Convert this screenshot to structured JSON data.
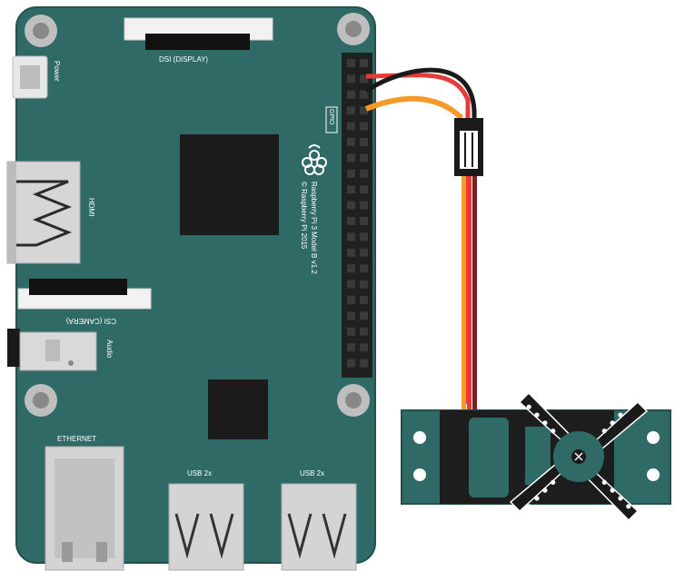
{
  "board": {
    "dsi_label": "DSI (DISPLAY)",
    "power_label": "Power",
    "hdmi_label": "HDMI",
    "csi_label": "CSI (CAMERA)",
    "audio_label": "Audio",
    "ethernet_label": "ETHERNET",
    "usb_label_1": "USB 2x",
    "usb_label_2": "USB 2x",
    "gpio_label": "GPIO",
    "model_line_1": "Raspberry Pi 3 Model B v1.2",
    "model_line_2": "© Raspberry Pi 2015"
  },
  "colors": {
    "board": "#2f6a66",
    "board_edge": "#24504d",
    "chip": "#1b1b1b",
    "servo_body": "#2f6a66",
    "wire_red": "#e63b3b",
    "wire_black": "#1a1a1a",
    "wire_orange": "#f39a2b"
  },
  "connections": [
    {
      "from": "GPIO 5V",
      "to": "Servo power",
      "color": "red"
    },
    {
      "from": "GPIO GND",
      "to": "Servo ground",
      "color": "black"
    },
    {
      "from": "GPIO pin",
      "to": "Servo signal",
      "color": "orange"
    }
  ]
}
